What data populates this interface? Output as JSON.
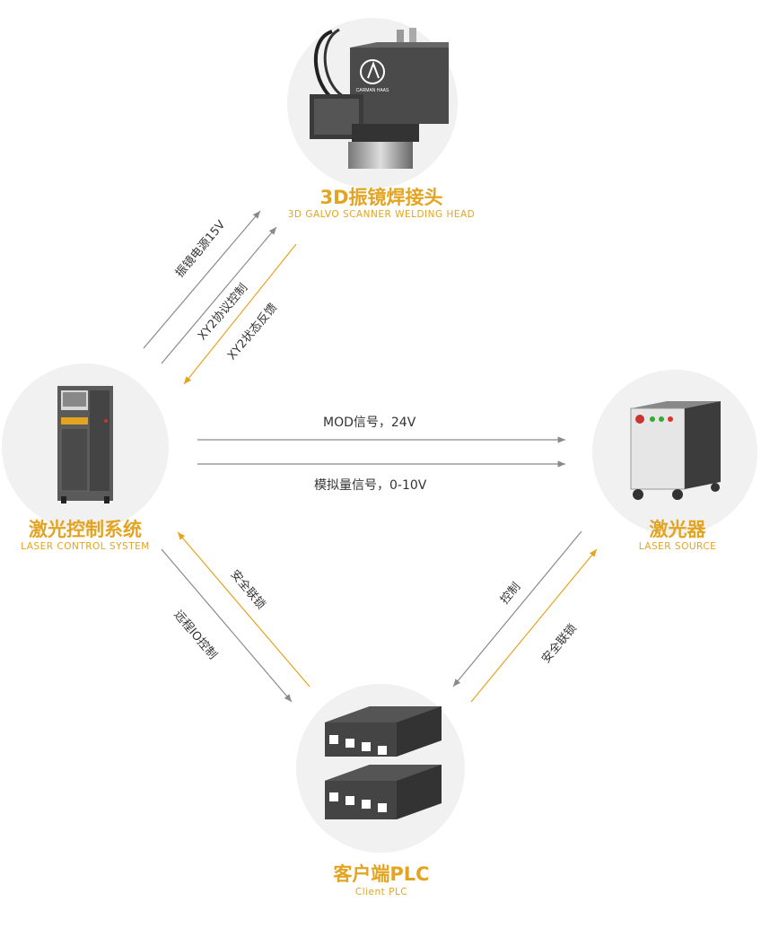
{
  "nodes": {
    "galvo": {
      "title": "3D振镜焊接头",
      "subtitle": "3D GALVO SCANNER WELDING HEAD",
      "logo_text": "CARMAN HAAS"
    },
    "control": {
      "title": "激光控制系统",
      "subtitle": "LASER CONTROL SYSTEM"
    },
    "laser": {
      "title": "激光器",
      "subtitle": "LASER SOURCE"
    },
    "plc": {
      "title": "客户端PLC",
      "subtitle": "Client PLC"
    }
  },
  "connections": {
    "galvo_power": "振镜电源15V",
    "xy2_control": "XY2协议控制",
    "xy2_feedback": "XY2状态反馈",
    "mod_signal": "MOD信号，24V",
    "analog_signal": "模拟量信号，0-10V",
    "safety_interlock_left": "安全联锁",
    "io_control": "远程IO控制",
    "control": "控制",
    "safety_interlock_right": "安全联锁"
  },
  "colors": {
    "accent": "#e3a421",
    "arrow_gray": "#8a8a8a",
    "circle_bg": "#f1f1f1"
  }
}
